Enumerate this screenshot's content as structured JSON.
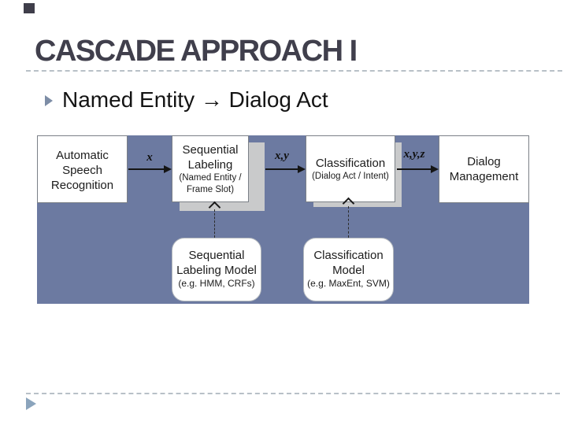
{
  "slide": {
    "title": "CASCADE APPROACH I",
    "bullet_text": "Named Entity → Dialog Act"
  },
  "colors": {
    "band": "#6c7aa1",
    "title_text": "#403f4c",
    "stack_shadow": "#c9cacb",
    "box_border": "#7b8087",
    "bullet_marker": "#7d8da6",
    "footer_marker": "#8ba4bc",
    "corner_accent": "#3f3e4a"
  },
  "diagram": {
    "asr": {
      "line1": "Automatic",
      "line2": "Speech",
      "line3": "Recognition"
    },
    "seq": {
      "line1": "Sequential",
      "line2": "Labeling",
      "sub1": "(Named Entity /",
      "sub2": "Frame Slot)"
    },
    "cls": {
      "line1": "Classification",
      "sub1": "(Dialog Act / Intent)"
    },
    "dm": {
      "line1": "Dialog",
      "line2": "Management"
    },
    "edges": {
      "asr_seq": "x",
      "seq_cls": "x,y",
      "cls_dm": "x,y,z"
    },
    "seq_model": {
      "line1": "Sequential",
      "line2": "Labeling Model",
      "sub": "(e.g. HMM, CRFs)"
    },
    "cls_model": {
      "line1": "Classification",
      "line2": "Model",
      "sub": "(e.g. MaxEnt, SVM)"
    }
  }
}
